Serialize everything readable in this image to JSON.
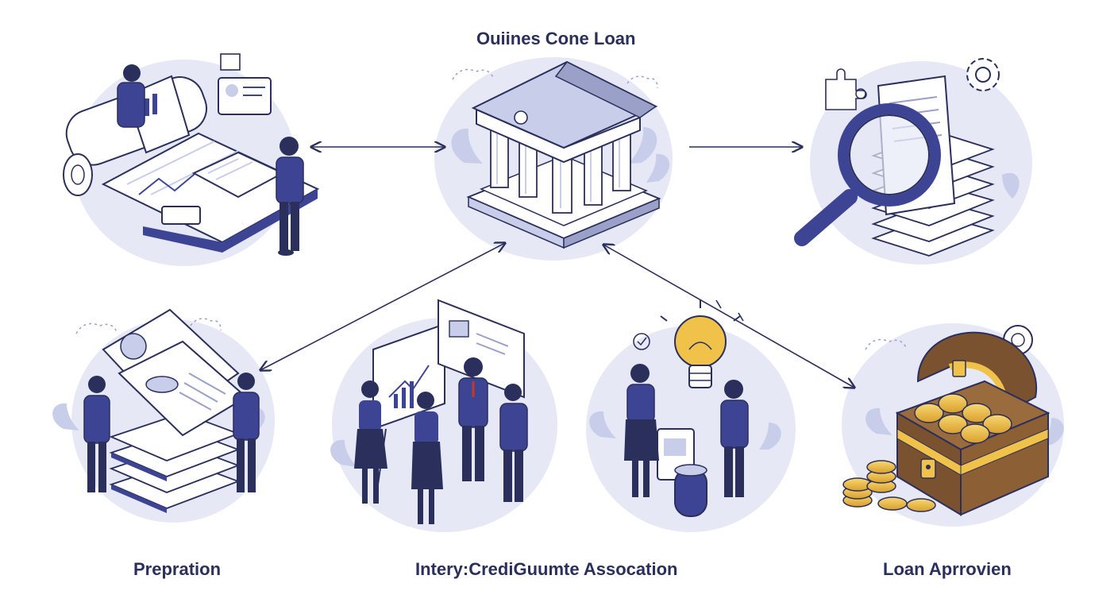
{
  "diagram": {
    "top_label": "Ouiines Cone Loan",
    "bottom_labels": {
      "left": "Prepration",
      "middle": "Intery:CrediGuumte Assocation",
      "right": "Loan Aprrovien"
    }
  },
  "colors": {
    "navy": "#2a2f5c",
    "indigo": "#3d4494",
    "blob": "#e6e8f6",
    "lavender": "#c8cdea",
    "gold": "#f1c24a",
    "chest_wood": "#7a5230"
  },
  "icons": [
    "bank-building-icon",
    "magnifier-icon",
    "document-stack-icon",
    "lightbulb-icon",
    "treasure-chest-icon",
    "coin-icon",
    "gear-icon",
    "chart-board-icon"
  ]
}
